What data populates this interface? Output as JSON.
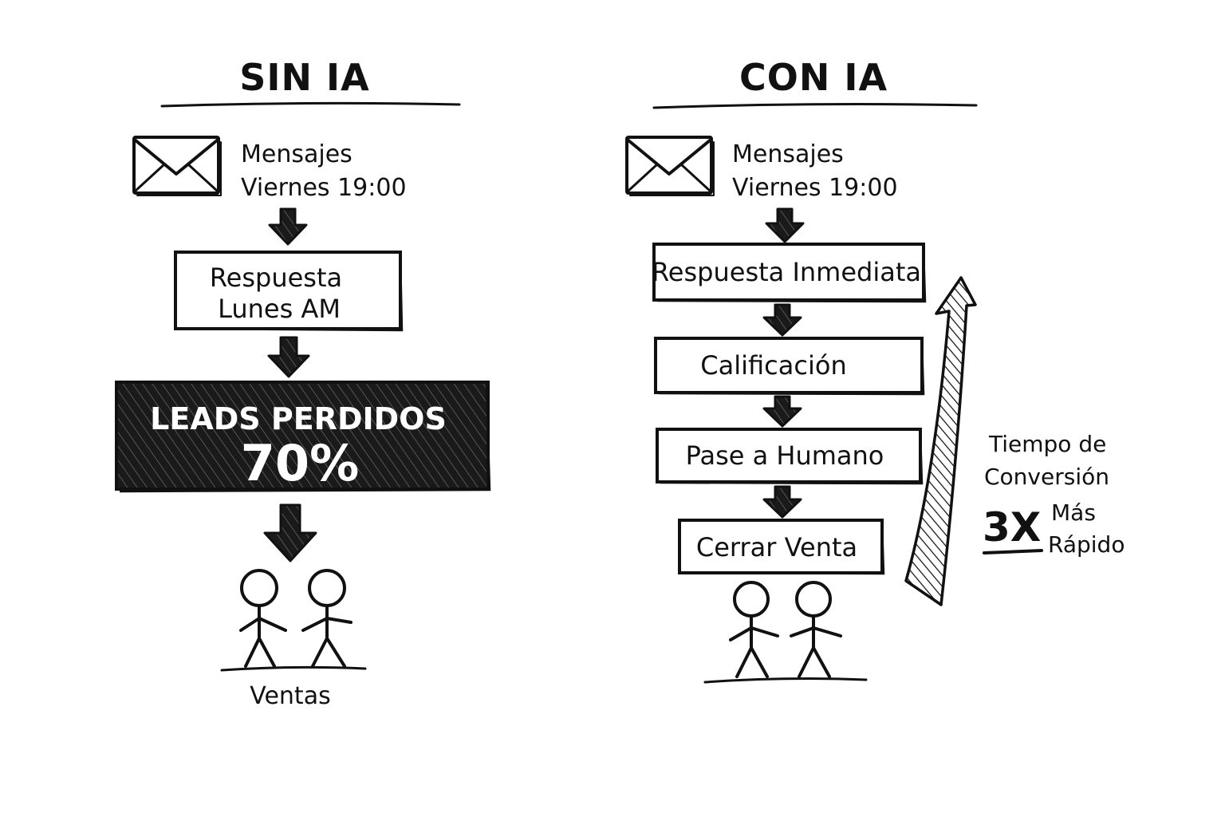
{
  "left": {
    "title": "SIN IA",
    "message_line1": "Mensajes",
    "message_line2": "Viernes 19:00",
    "response_line1": "Respuesta",
    "response_line2": "Lunes AM",
    "lost_line1": "LEADS PERDIDOS",
    "lost_line2": "70%",
    "sales_label": "Ventas",
    "icons": [
      "envelope-icon",
      "down-arrow-icon",
      "stick-figure-icon"
    ]
  },
  "right": {
    "title": "CON IA",
    "message_line1": "Mensajes",
    "message_line2": "Viernes 19:00",
    "steps": [
      "Respuesta Inmediata",
      "Calificación",
      "Pase a Humano",
      "Cerrar Venta"
    ],
    "conversion_line1": "Tiempo de",
    "conversion_line2": "Conversión",
    "conversion_multiplier": "3X",
    "conversion_line3": "Más",
    "conversion_line4": "Rápido",
    "icons": [
      "envelope-icon",
      "down-arrow-icon",
      "stick-figure-icon",
      "up-arrow-icon"
    ]
  },
  "colors": {
    "ink": "#111111",
    "background": "#ffffff"
  }
}
